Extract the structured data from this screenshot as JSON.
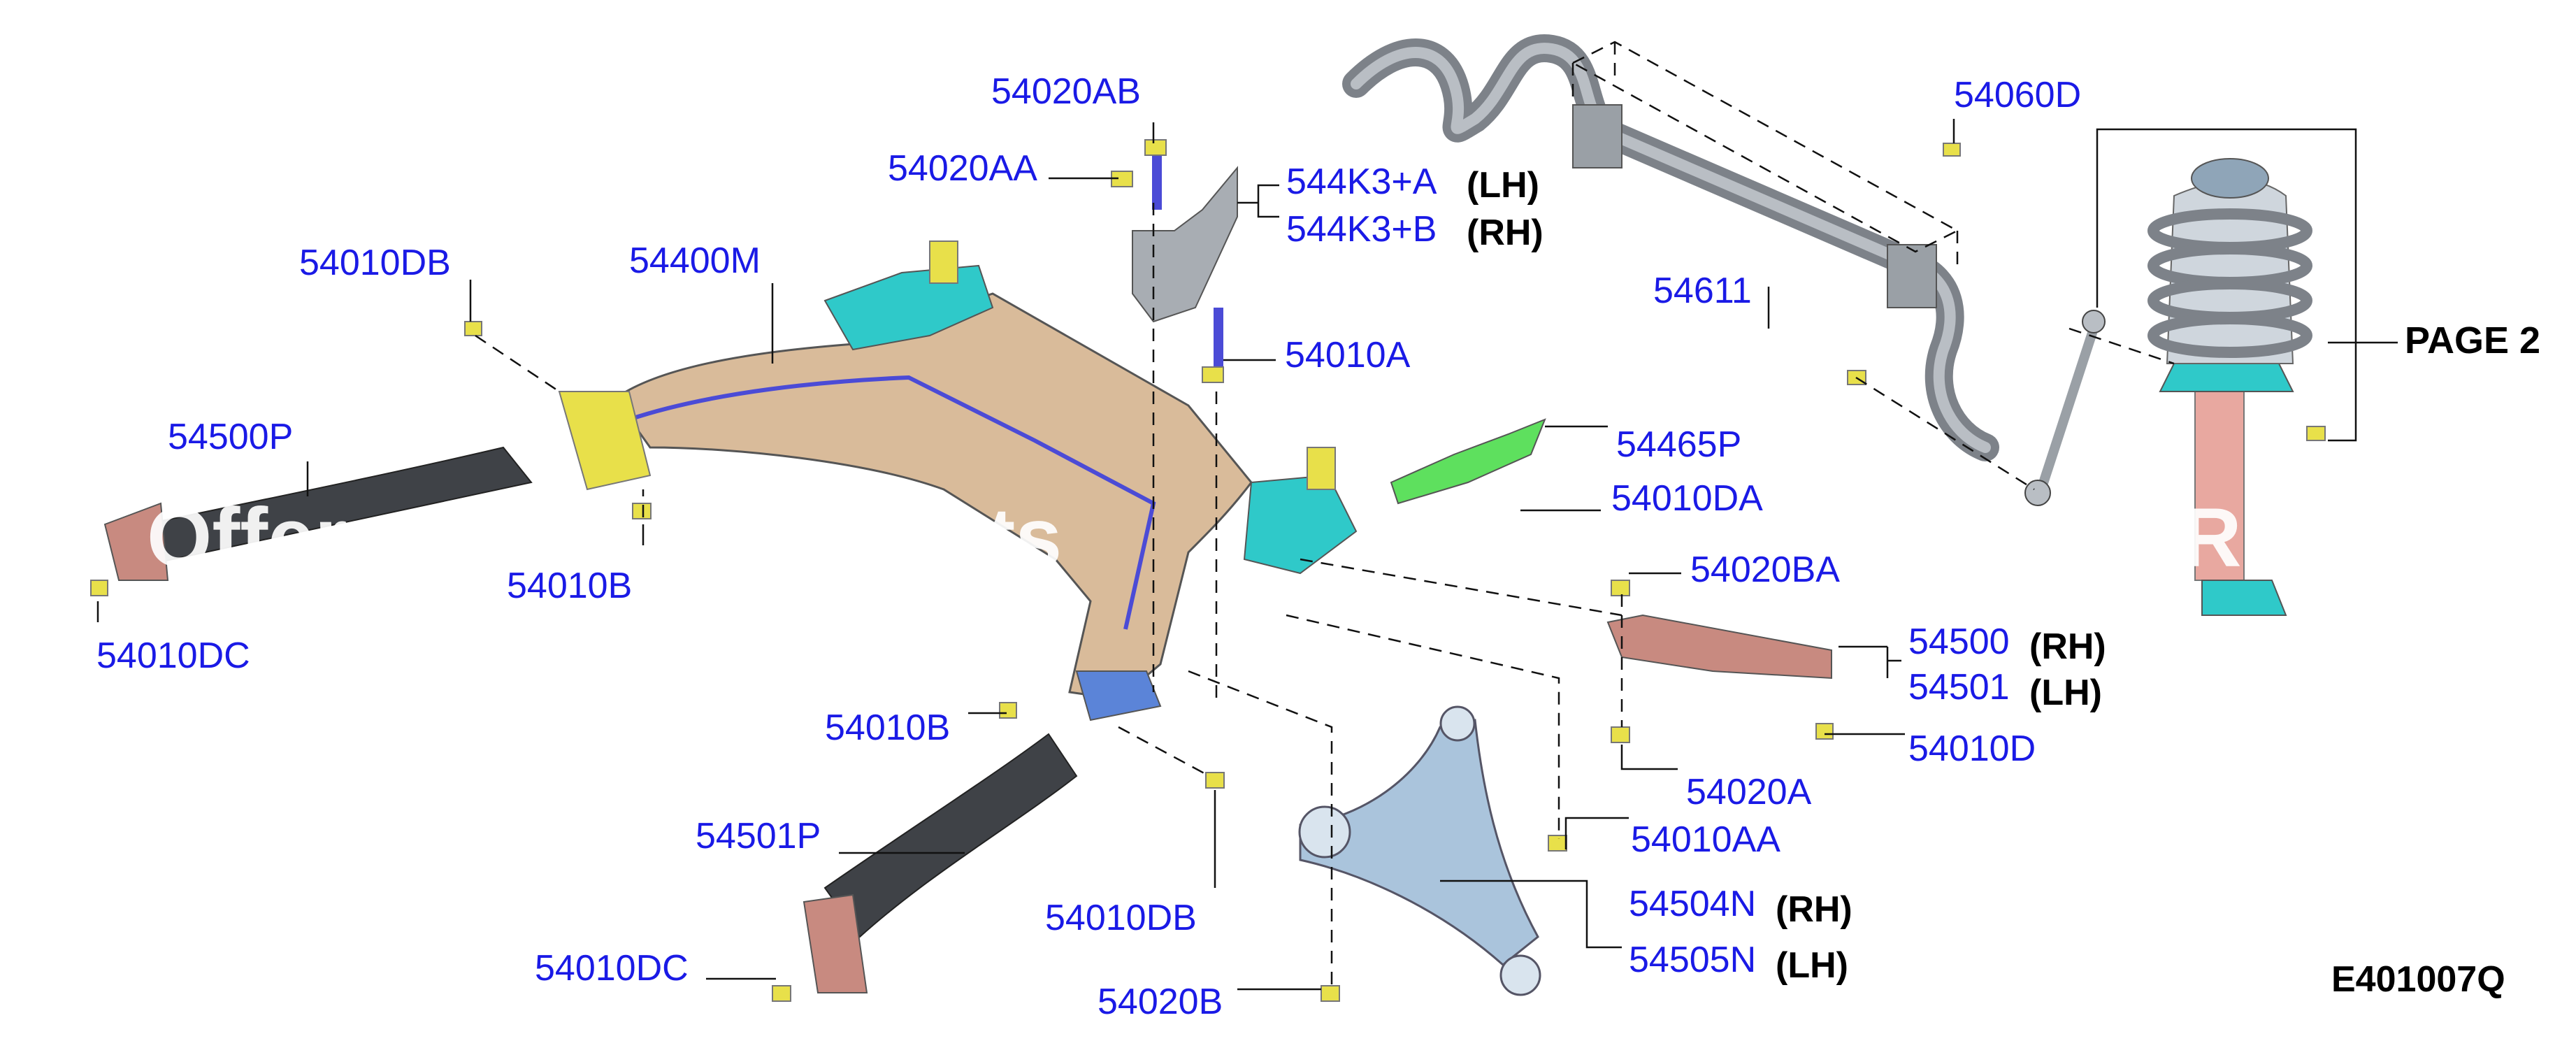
{
  "labels": {
    "p54020AB": "54020AB",
    "p54020AA": "54020AA",
    "p544K3A": "544K3+A",
    "p544K3A_side": "(LH)",
    "p544K3B": "544K3+B",
    "p544K3B_side": "(RH)",
    "p54060D": "54060D",
    "p54010DB_top": "54010DB",
    "p54400M": "54400M",
    "p54611": "54611",
    "p54010A": "54010A",
    "page2": "PAGE 2",
    "p54500P": "54500P",
    "p54465P": "54465P",
    "p54010DA": "54010DA",
    "p54010B_left": "54010B",
    "p54020BA": "54020BA",
    "p54010DC_left": "54010DC",
    "p54500": "54500",
    "p54500_side": "(RH)",
    "p54501": "54501",
    "p54501_side": "(LH)",
    "p54010B_mid": "54010B",
    "p54010D": "54010D",
    "p54020A": "54020A",
    "p54010AA": "54010AA",
    "p54501P": "54501P",
    "p54504N": "54504N",
    "p54504N_side": "(RH)",
    "p54010DB_bottom": "54010DB",
    "p54505N": "54505N",
    "p54505N_side": "(LH)",
    "p54010DC_bottom": "54010DC",
    "p54020B": "54020B"
  },
  "diagram_id": "E401007Q",
  "watermark": "Offers More Auto Parts",
  "watermark_right": "RE",
  "colors": {
    "label_blue": "#1a1ae6",
    "subframe": "#d9bb9a",
    "mount_cyan": "#2fc9c9",
    "bracket_green": "#5ee05e",
    "bolt_yellow": "#e8e04a",
    "bolt_blue": "#4b4bd6",
    "arm_dark": "#3f4247",
    "arm_light": "#aac4dc",
    "link_red": "#c88a80",
    "bar_gray": "#8f959c"
  }
}
